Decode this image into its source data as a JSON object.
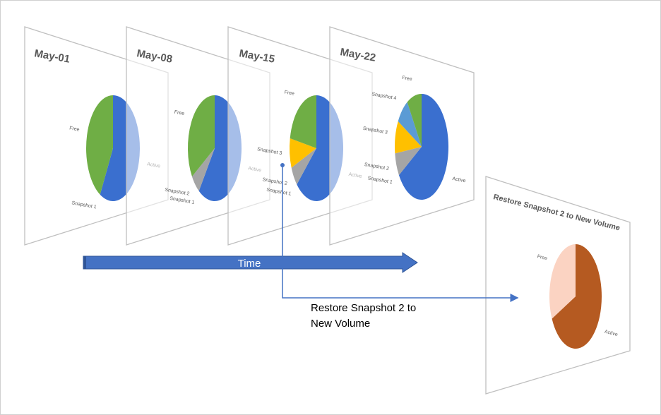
{
  "colors": {
    "active": "#3a6fcf",
    "free": "#6fae45",
    "snapshot_1": "#a5a5a5",
    "snapshot_2": "#a5a5a5",
    "snapshot_3": "#ffc000",
    "snapshot_4": "#5b9bd5",
    "restore_active": "#b55a21",
    "restore_free": "#fbd3c2",
    "arrow": "#4472c4"
  },
  "panels": [
    {
      "title": "May-01",
      "slices": [
        {
          "label": "Active",
          "key": "active",
          "value": 0.58
        },
        {
          "label": "Snapshot 1",
          "key": "snapshot_1",
          "value": 0
        },
        {
          "label": "Free",
          "key": "free",
          "value": 0.42
        }
      ]
    },
    {
      "title": "May-08",
      "slices": [
        {
          "label": "Active",
          "key": "active",
          "value": 0.6
        },
        {
          "label": "Snapshot 1",
          "key": "snapshot_1",
          "value": 0
        },
        {
          "label": "Snapshot 2",
          "key": "snapshot_2",
          "value": 0.06
        },
        {
          "label": "Free",
          "key": "free",
          "value": 0.34
        }
      ]
    },
    {
      "title": "May-15",
      "slices": [
        {
          "label": "Active",
          "key": "active",
          "value": 0.63
        },
        {
          "label": "Snapshot 1",
          "key": "snapshot_1",
          "value": 0
        },
        {
          "label": "Snapshot 2",
          "key": "snapshot_2",
          "value": 0.06
        },
        {
          "label": "Snapshot 3",
          "key": "snapshot_3",
          "value": 0.09
        },
        {
          "label": "Free",
          "key": "free",
          "value": 0.22
        }
      ]
    },
    {
      "title": "May-22",
      "slices": [
        {
          "label": "Active",
          "key": "active",
          "value": 0.66
        },
        {
          "label": "Snapshot 1",
          "key": "snapshot_1",
          "value": 0
        },
        {
          "label": "Snapshot 2",
          "key": "snapshot_2",
          "value": 0.07
        },
        {
          "label": "Snapshot 3",
          "key": "snapshot_3",
          "value": 0.1
        },
        {
          "label": "Snapshot 4",
          "key": "snapshot_4",
          "value": 0.08
        },
        {
          "label": "Free",
          "key": "free",
          "value": 0.09
        }
      ]
    },
    {
      "title": "Restore Snapshot 2 to New Volume",
      "slices": [
        {
          "label": "Active",
          "key": "restore_active",
          "value": 0.68
        },
        {
          "label": "Free",
          "key": "restore_free",
          "value": 0.32
        }
      ]
    }
  ],
  "timeline": {
    "label": "Time"
  },
  "restore_caption": {
    "line1": "Restore Snapshot 2 to",
    "line2": "New Volume"
  }
}
